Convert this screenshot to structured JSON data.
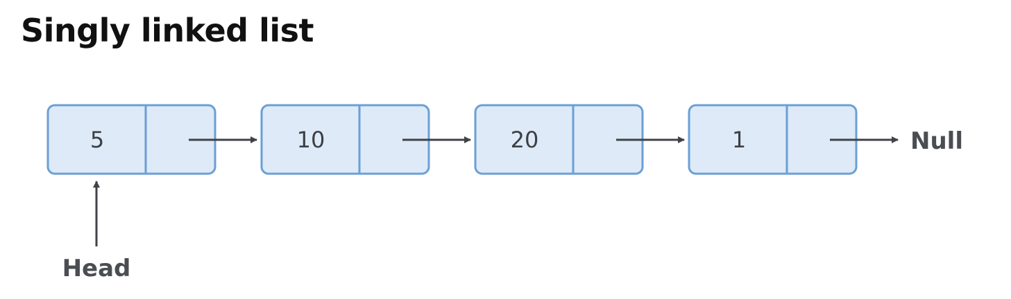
{
  "title": "Singly linked list",
  "nodes": [
    {
      "value": "5"
    },
    {
      "value": "10"
    },
    {
      "value": "20"
    },
    {
      "value": "1"
    }
  ],
  "head_label": "Head",
  "null_label": "Null",
  "colors": {
    "node_fill": "#deeaf7",
    "node_border": "#6b9fd6",
    "arrow": "#3f4247",
    "text": "#3c3f44",
    "title": "#111111"
  }
}
